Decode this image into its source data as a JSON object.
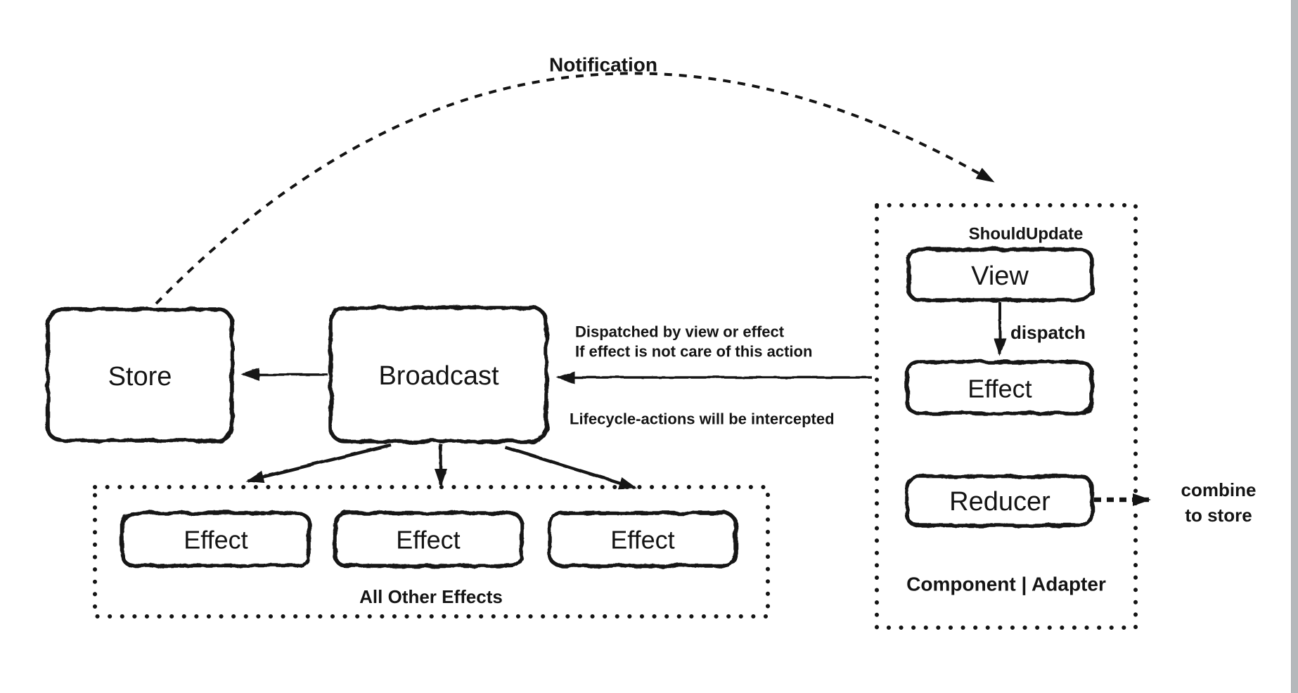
{
  "diagram": {
    "notification_label": "Notification",
    "store_label": "Store",
    "broadcast_label": "Broadcast",
    "annotations": {
      "dispatched_1": "Dispatched by view or effect",
      "dispatched_2": "If effect is not care of this action",
      "lifecycle": "Lifecycle-actions will be intercepted",
      "should_update": "ShouldUpdate",
      "dispatch": "dispatch",
      "combine_1": "combine",
      "combine_2": "to store"
    },
    "component_adapter": {
      "view_label": "View",
      "effect_label": "Effect",
      "reducer_label": "Reducer",
      "caption": "Component | Adapter"
    },
    "all_other_effects": {
      "effect_labels": [
        "Effect",
        "Effect",
        "Effect"
      ],
      "caption": "All Other Effects"
    }
  },
  "colors": {
    "ink": "#141414",
    "background": "#ffffff",
    "edge_strip": "#b5b8bb"
  }
}
